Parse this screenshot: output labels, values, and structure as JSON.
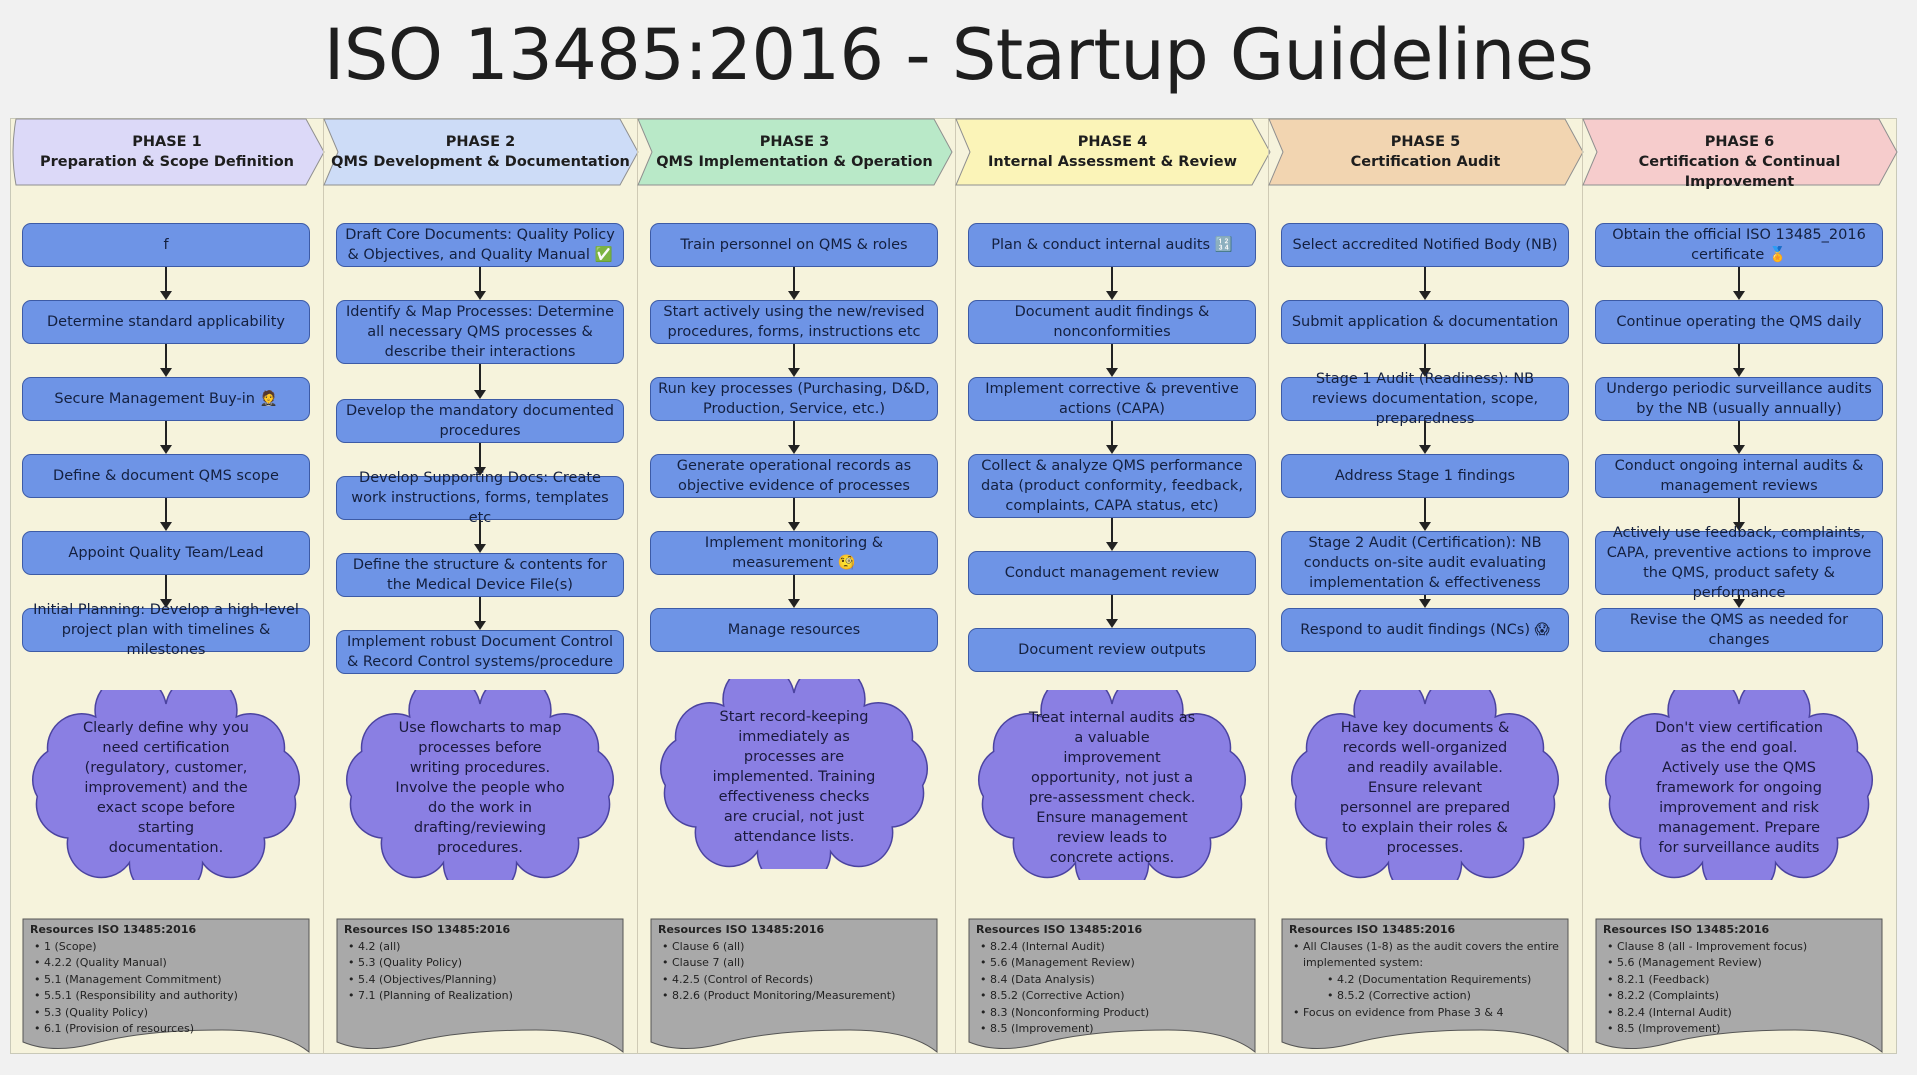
{
  "title": "ISO 13485:2016 - Startup Guidelines",
  "colors": {
    "board_bg": "#f6f3dc",
    "step_fill": "#6e94e6",
    "step_border": "#3d5ba6",
    "cloud_fill": "#8a7fe3",
    "resource_fill": "#a9a9a9"
  },
  "phases": [
    {
      "phase_label": "PHASE 1",
      "name": "Preparation & Scope Definition",
      "header_color": "#dcd9f8",
      "steps": [
        "f",
        "Determine standard applicability",
        "Secure Management Buy-in 🤵",
        "Define & document QMS scope",
        "Appoint Quality Team/Lead",
        "Initial Planning: Develop a high-level project plan with timelines & milestones"
      ],
      "tip": "Clearly define why you need certification (regulatory, customer, improvement) and the exact scope before starting documentation.",
      "resources_title": "Resources ISO 13485:2016",
      "resources": [
        {
          "text": "1 (Scope)"
        },
        {
          "text": "4.2.2 (Quality Manual)"
        },
        {
          "text": "5.1 (Management Commitment)"
        },
        {
          "text": "5.5.1 (Responsibility and authority)"
        },
        {
          "text": "5.3 (Quality Policy)"
        },
        {
          "text": "6.1 (Provision of resources)"
        }
      ]
    },
    {
      "phase_label": "PHASE 2",
      "name": "QMS Development & Documentation",
      "header_color": "#cddcf7",
      "steps": [
        "Draft Core Documents: Quality Policy & Objectives, and Quality Manual ✅",
        "Identify & Map Processes: Determine all necessary QMS processes & describe their interactions",
        "Develop the mandatory documented procedures",
        "Develop Supporting Docs: Create work instructions, forms, templates etc",
        "Define the structure & contents for the Medical Device File(s)",
        "Implement robust Document Control & Record Control systems/procedure"
      ],
      "tip": "Use flowcharts to map processes before writing procedures. Involve the people who do the work in drafting/reviewing procedures.",
      "resources_title": "Resources ISO 13485:2016",
      "resources": [
        {
          "text": "4.2 (all)"
        },
        {
          "text": "5.3 (Quality Policy)"
        },
        {
          "text": "5.4 (Objectives/Planning)"
        },
        {
          "text": "7.1 (Planning of Realization)"
        }
      ]
    },
    {
      "phase_label": "PHASE 3",
      "name": "QMS Implementation & Operation",
      "header_color": "#b9e9c8",
      "steps": [
        "Train personnel on QMS & roles",
        "Start actively using the new/revised procedures, forms, instructions etc",
        "Run key processes (Purchasing, D&D, Production, Service, etc.)",
        "Generate operational records as objective evidence of processes",
        "Implement monitoring & measurement 🧐",
        "Manage resources"
      ],
      "tip": "Start record-keeping immediately as processes are implemented. Training effectiveness checks are crucial, not just attendance lists.",
      "resources_title": "Resources ISO 13485:2016",
      "resources": [
        {
          "text": "Clause 6 (all)"
        },
        {
          "text": "Clause 7 (all)"
        },
        {
          "text": "4.2.5 (Control of Records)"
        },
        {
          "text": "8.2.6 (Product Monitoring/Measurement)"
        }
      ]
    },
    {
      "phase_label": "PHASE 4",
      "name": "Internal Assessment & Review",
      "header_color": "#fbf4b8",
      "steps": [
        "Plan & conduct internal audits 🔢",
        "Document audit findings & nonconformities",
        "Implement corrective & preventive actions (CAPA)",
        "Collect & analyze QMS performance data (product conformity, feedback, complaints, CAPA status, etc)",
        "Conduct management review",
        "Document review outputs"
      ],
      "tip": "Treat internal audits as a valuable improvement opportunity, not just a pre-assessment check. Ensure management review leads to concrete actions.",
      "resources_title": "Resources ISO 13485:2016",
      "resources": [
        {
          "text": "8.2.4 (Internal Audit)"
        },
        {
          "text": "5.6 (Management Review)"
        },
        {
          "text": "8.4 (Data Analysis)"
        },
        {
          "text": "8.5.2 (Corrective Action)"
        },
        {
          "text": "8.3 (Nonconforming Product)"
        },
        {
          "text": "8.5 (Improvement)"
        }
      ]
    },
    {
      "phase_label": "PHASE 5",
      "name": "Certification Audit",
      "header_color": "#f2d5b1",
      "steps": [
        "Select accredited Notified Body (NB)",
        "Submit application & documentation",
        "Stage 1 Audit (Readiness): NB reviews documentation, scope, preparedness",
        "Address Stage 1 findings",
        "Stage 2 Audit (Certification): NB conducts on-site audit evaluating implementation & effectiveness",
        "Respond to audit findings (NCs) 😱"
      ],
      "tip": "Have key documents & records well-organized and readily available. Ensure relevant personnel are prepared to explain their roles & processes.",
      "resources_title": "Resources ISO 13485:2016",
      "resources": [
        {
          "text": "All Clauses (1-8) as the audit covers the entire implemented system:"
        },
        {
          "text": "4.2 (Documentation Requirements)",
          "sub": true
        },
        {
          "text": "8.5.2 (Corrective action)",
          "sub": true
        },
        {
          "text": "Focus on evidence from Phase 3 & 4"
        }
      ]
    },
    {
      "phase_label": "PHASE 6",
      "name": "Certification & Continual Improvement",
      "header_color": "#f6cccc",
      "steps": [
        "Obtain the official ISO 13485_2016 certificate 🏅",
        "Continue operating the QMS daily",
        "Undergo periodic surveillance audits by the NB (usually annually)",
        "Conduct ongoing internal audits & management reviews",
        "Actively use feedback, complaints, CAPA, preventive actions to improve the QMS, product safety & performance",
        "Revise the QMS as needed for changes"
      ],
      "tip": "Don't view certification as the end goal. Actively use the QMS framework for ongoing improvement and risk management. Prepare for surveillance audits",
      "resources_title": "Resources ISO 13485:2016",
      "resources": [
        {
          "text": "Clause 8 (all - Improvement focus)"
        },
        {
          "text": "5.6 (Management Review)"
        },
        {
          "text": "8.2.1 (Feedback)"
        },
        {
          "text": "8.2.2 (Complaints)"
        },
        {
          "text": "8.2.4 (Internal Audit)"
        },
        {
          "text": "8.5 (Improvement)"
        }
      ]
    }
  ]
}
